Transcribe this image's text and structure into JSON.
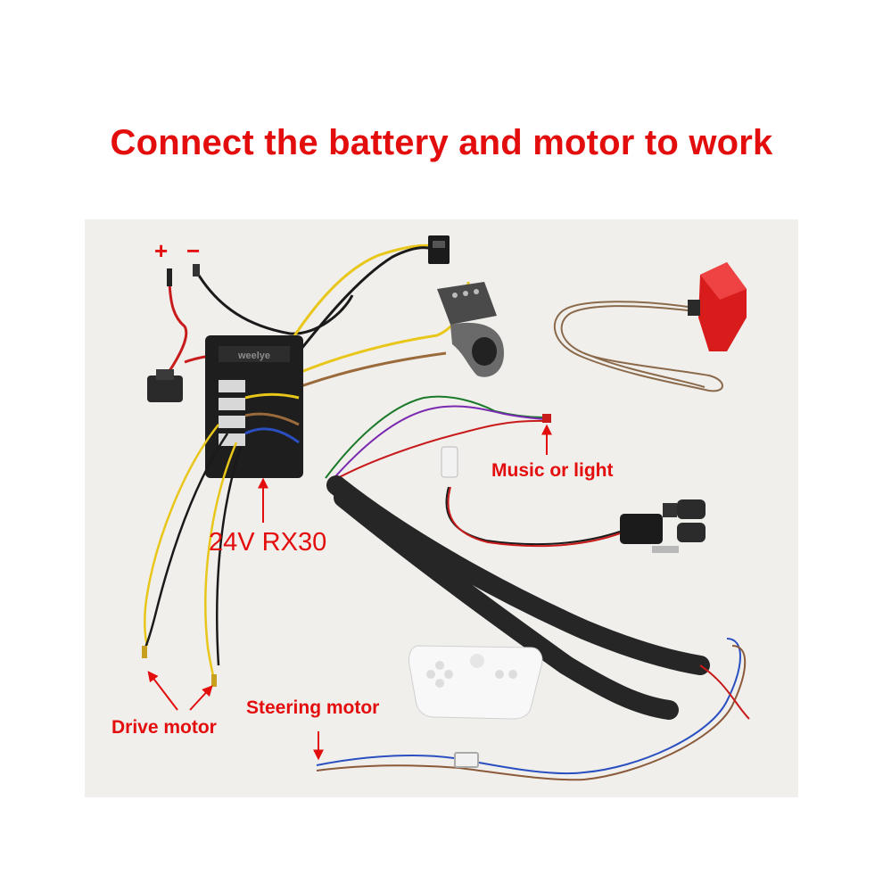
{
  "headline": "Connect the battery and motor to work",
  "labels": {
    "plus": "+",
    "minus": "−",
    "model": "24V RX30",
    "music_light": "Music or light",
    "drive_motor": "Drive motor",
    "steering_motor": "Steering motor",
    "brand": "weelye"
  },
  "colors": {
    "headline": "#e30d0d",
    "background": "#f1efec",
    "label": "#e30d0d"
  }
}
